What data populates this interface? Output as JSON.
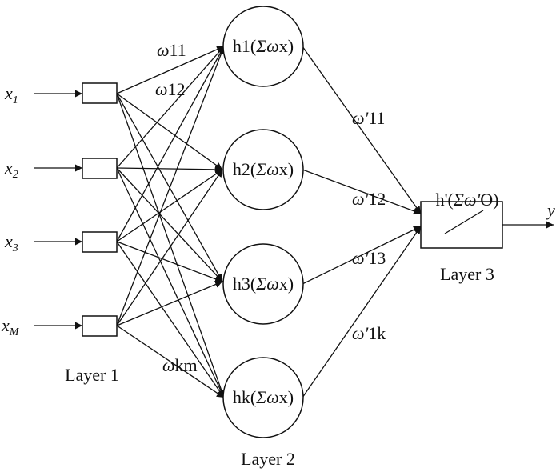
{
  "inputs": {
    "x1": {
      "base": "x",
      "sub": "1"
    },
    "x2": {
      "base": "x",
      "sub": "2"
    },
    "x3": {
      "base": "x",
      "sub": "3"
    },
    "xM": {
      "base": "x",
      "sub": "M"
    }
  },
  "hidden": {
    "h1": {
      "pre": "h1(",
      "sum": "Σω",
      "post": "x)"
    },
    "h2": {
      "pre": "h2(",
      "sum": "Σω",
      "post": "x)"
    },
    "h3": {
      "pre": "h3(",
      "sum": "Σω",
      "post": "x)"
    },
    "hk": {
      "pre": "hk(",
      "sum": "Σω",
      "post": "x)"
    }
  },
  "output_node": {
    "pre": "h'(",
    "sum": "Σω'",
    "post": "O)"
  },
  "output_label": "y",
  "weights": {
    "w11": {
      "sym": "ω",
      "idx": "11"
    },
    "w12": {
      "sym": "ω",
      "idx": "12"
    },
    "wkm": {
      "sym": "ω",
      "idx": "km"
    },
    "wp11": {
      "sym": "ω'",
      "idx": "11"
    },
    "wp12": {
      "sym": "ω'",
      "idx": "12"
    },
    "wp13": {
      "sym": "ω'",
      "idx": "13"
    },
    "wp1k": {
      "sym": "ω'",
      "idx": "1k"
    }
  },
  "layers": {
    "layer1": "Layer 1",
    "layer2": "Layer 2",
    "layer3": "Layer 3"
  }
}
